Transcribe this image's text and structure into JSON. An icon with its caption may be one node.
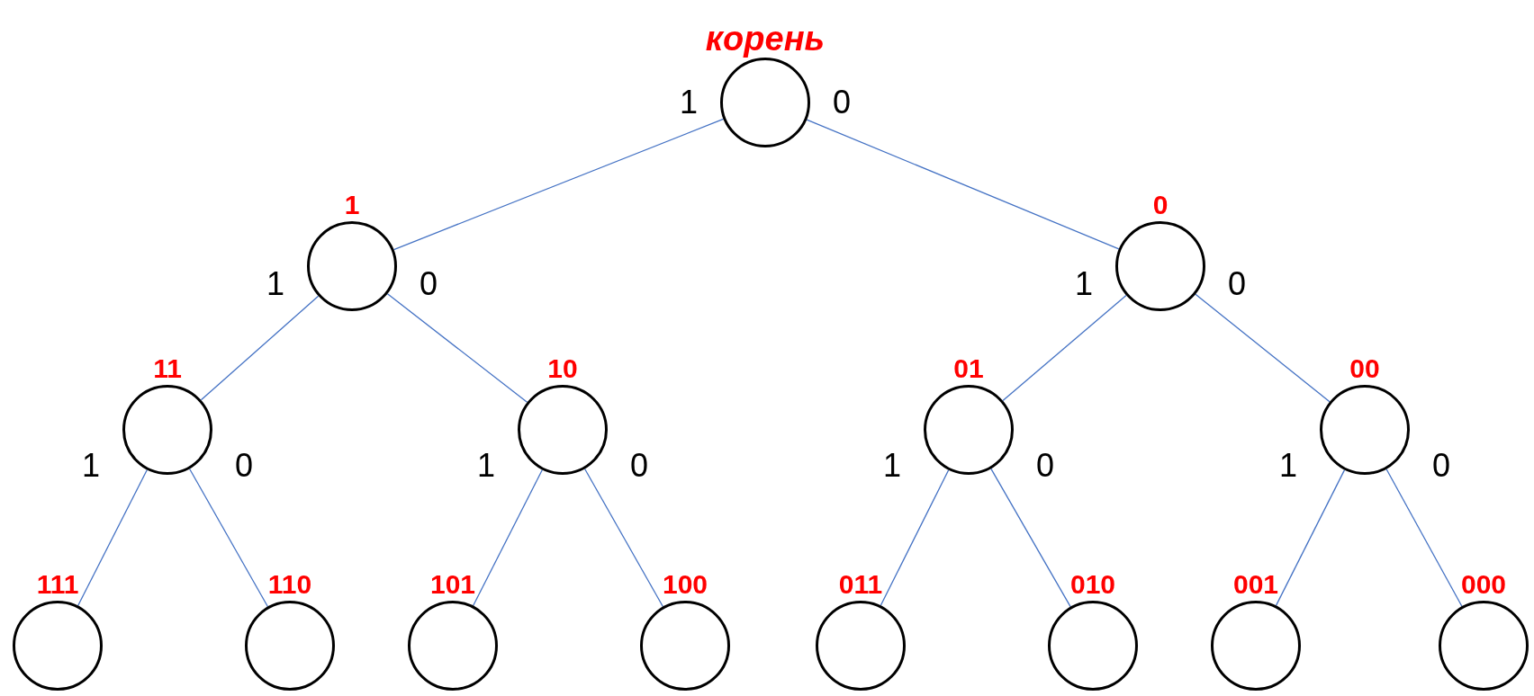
{
  "diagram": {
    "nodes": [
      {
        "text": [
          "корень"
        ]
      },
      {
        "text": [
          "1"
        ]
      },
      {
        "text": [
          "0"
        ]
      },
      {
        "text": [
          "11"
        ]
      },
      {
        "text": [
          "10"
        ]
      },
      {
        "text": [
          "01"
        ]
      },
      {
        "text": [
          "00"
        ]
      },
      {
        "text": [
          "111"
        ]
      },
      {
        "text": [
          "110"
        ]
      },
      {
        "text": [
          "101"
        ]
      },
      {
        "text": [
          "100"
        ]
      },
      {
        "text": [
          "011"
        ]
      },
      {
        "text": [
          "010"
        ]
      },
      {
        "text": [
          "001"
        ]
      },
      {
        "text": [
          "000"
        ]
      }
    ],
    "edges": [
      {
        "from": 0,
        "to": 1,
        "arrow": "none",
        "label": "1"
      },
      {
        "from": 0,
        "to": 2,
        "arrow": "none",
        "label": "0"
      },
      {
        "from": 1,
        "to": 3,
        "arrow": "none",
        "label": "1"
      },
      {
        "from": 1,
        "to": 4,
        "arrow": "none",
        "label": "0"
      },
      {
        "from": 2,
        "to": 5,
        "arrow": "none",
        "label": "1"
      },
      {
        "from": 2,
        "to": 6,
        "arrow": "none",
        "label": "0"
      },
      {
        "from": 3,
        "to": 7,
        "arrow": "none",
        "label": "1"
      },
      {
        "from": 3,
        "to": 8,
        "arrow": "none",
        "label": "0"
      },
      {
        "from": 4,
        "to": 9,
        "arrow": "none",
        "label": "1"
      },
      {
        "from": 4,
        "to": 10,
        "arrow": "none",
        "label": "0"
      },
      {
        "from": 5,
        "to": 11,
        "arrow": "none",
        "label": "1"
      },
      {
        "from": 5,
        "to": 12,
        "arrow": "none",
        "label": "0"
      },
      {
        "from": 6,
        "to": 13,
        "arrow": "none",
        "label": "1"
      },
      {
        "from": 6,
        "to": 14,
        "arrow": "none",
        "label": "0"
      }
    ]
  }
}
